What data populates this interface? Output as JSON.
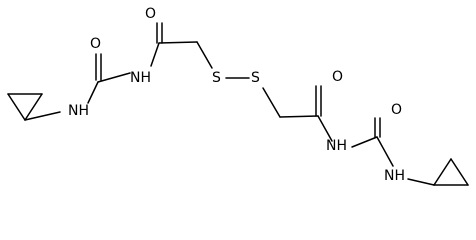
{
  "molecule": {
    "atoms": {
      "o1": "O",
      "nh1": "NH",
      "nh2": "NH",
      "o2": "O",
      "s1": "S",
      "s2": "S",
      "o3": "O",
      "nh3": "NH",
      "nh4": "NH",
      "o4": "O"
    }
  },
  "colors": {
    "bond": "#000000",
    "label": "#000000",
    "background": "#ffffff"
  }
}
